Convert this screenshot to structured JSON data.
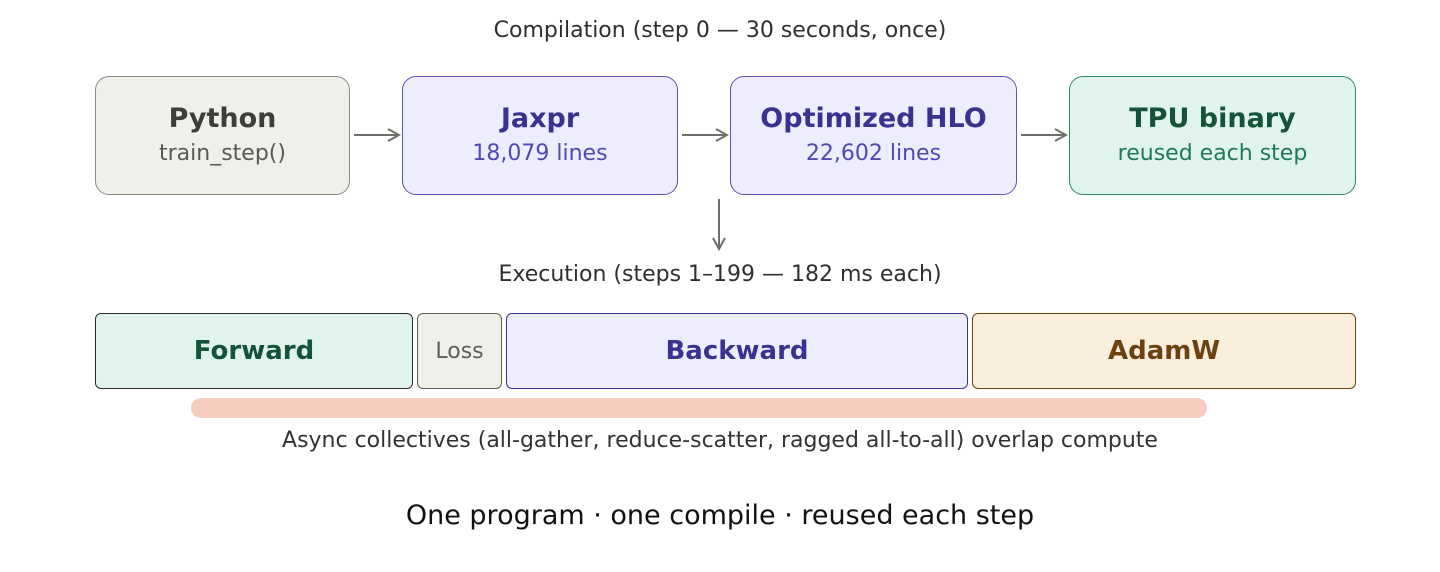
{
  "compilation": {
    "heading": "Compilation (step 0 — 30 seconds, once)",
    "stages": [
      {
        "title": "Python",
        "subtitle": "train_step()"
      },
      {
        "title": "Jaxpr",
        "subtitle": "18,079 lines"
      },
      {
        "title": "Optimized HLO",
        "subtitle": "22,602 lines"
      },
      {
        "title": "TPU binary",
        "subtitle": "reused each step"
      }
    ]
  },
  "execution": {
    "heading": "Execution (steps 1–199 — 182 ms each)",
    "segments": [
      {
        "label": "Forward"
      },
      {
        "label": "Loss"
      },
      {
        "label": "Backward"
      },
      {
        "label": "AdamW"
      }
    ],
    "overlap_caption": "Async collectives (all-gather, reduce-scatter, ragged all-to-all) overlap compute"
  },
  "footer": "One program · one compile · reused each step",
  "colors": {
    "gray_fill": "#f1efea",
    "purple_fill": "#eeedfd",
    "green_fill": "#e0f3ec",
    "orange_fill": "#faeedc",
    "overlap_bar": "#f7cdc0",
    "arrow": "#6f6e69"
  }
}
